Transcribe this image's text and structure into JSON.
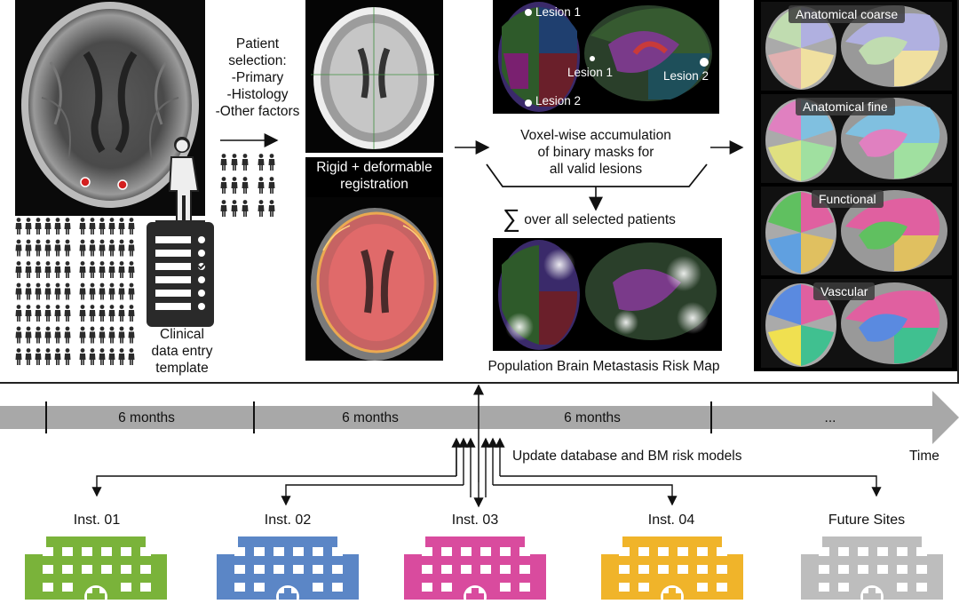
{
  "patient_selection": {
    "title_line1": "Patient",
    "title_line2": "selection:",
    "items": [
      "-Primary",
      "-Histology",
      "-Other factors"
    ]
  },
  "clinical_template": {
    "line1": "Clinical",
    "line2": "data entry",
    "line3": "template"
  },
  "registration": {
    "line1": "Rigid + deformable",
    "line2": "registration"
  },
  "lesions": {
    "axial_1": "Lesion 1",
    "axial_2": "Lesion 2",
    "sagittal_1": "Lesion 1",
    "sagittal_2": "Lesion 2"
  },
  "accumulation": {
    "line1": "Voxel-wise accumulation",
    "line2": "of binary masks for",
    "line3": "all valid lesions"
  },
  "sum": {
    "symbol": "∑",
    "text": "over all selected patients"
  },
  "risk_map_caption": "Population Brain Metastasis Risk Map",
  "atlases": [
    "Anatomical coarse",
    "Anatomical fine",
    "Functional",
    "Vascular"
  ],
  "timeline": {
    "segments": [
      "6 months",
      "6 months",
      "6 months",
      "..."
    ],
    "axis_label": "Time",
    "update_text": "Update database and BM risk models"
  },
  "institutions": [
    {
      "name": "Inst. 01",
      "color": "#7ab33a"
    },
    {
      "name": "Inst. 02",
      "color": "#5b86c6"
    },
    {
      "name": "Inst. 03",
      "color": "#d94b9e"
    },
    {
      "name": "Inst. 04",
      "color": "#f0b42a"
    },
    {
      "name": "Future Sites",
      "color": "#bdbdbd"
    }
  ]
}
